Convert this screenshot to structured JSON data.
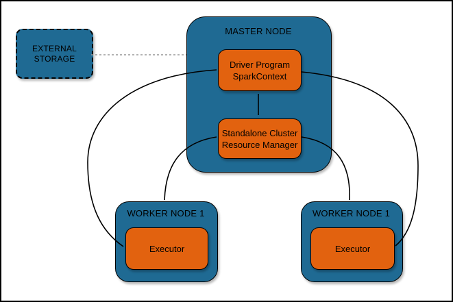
{
  "colors": {
    "background": "#ffffff",
    "node_fill": "#1f6a93",
    "component_fill": "#e2620f",
    "border": "#000000",
    "connector": "#000000",
    "dashed_connector": "#999999",
    "text": "#000000"
  },
  "nodes": {
    "external_storage": {
      "line1": "EXTERNAL",
      "line2": "STORAGE"
    },
    "master": {
      "title": "MASTER NODE",
      "driver": {
        "line1": "Driver Program",
        "line2": "SparkContext"
      },
      "resource_manager": {
        "line1": "Standalone Cluster",
        "line2": "Resource Manager"
      }
    },
    "worker_left": {
      "title": "WORKER NODE 1",
      "executor": "Executor"
    },
    "worker_right": {
      "title": "WORKER NODE 1",
      "executor": "Executor"
    }
  },
  "edges": [
    {
      "from": "external_storage",
      "to": "master_node",
      "style": "dashed",
      "arrows": "none"
    },
    {
      "from": "driver_program",
      "to": "resource_manager",
      "style": "solid",
      "arrows": "both"
    },
    {
      "from": "driver_program",
      "to": "executor_worker_left",
      "style": "solid",
      "arrows": "both"
    },
    {
      "from": "driver_program",
      "to": "executor_worker_right",
      "style": "solid",
      "arrows": "both"
    },
    {
      "from": "resource_manager",
      "to": "worker_left",
      "style": "solid",
      "arrows": "both"
    },
    {
      "from": "resource_manager",
      "to": "worker_right",
      "style": "solid",
      "arrows": "both"
    }
  ]
}
